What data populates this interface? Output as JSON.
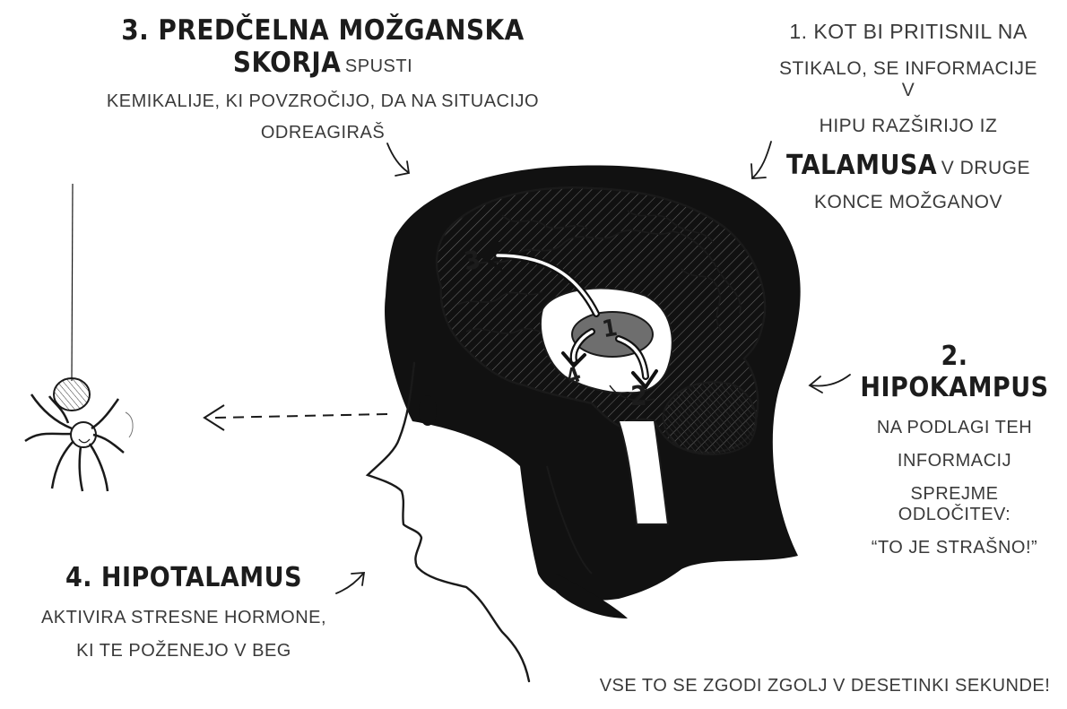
{
  "labels": {
    "step3": {
      "title": "3. Predčelna možganska skorja",
      "text_inline": "spusti",
      "text_lines": [
        "kemikalije, ki povzročijo, da na situacijo",
        "odreagiraš"
      ]
    },
    "step1": {
      "text_lines": [
        "1. Kot bi pritisnil na",
        "stikalo, se informacije v",
        "hipu razširijo iz"
      ],
      "highlight": "Talamusa",
      "text_after": "v druge",
      "text_last": "konce možganov"
    },
    "step2": {
      "title": "2. Hipokampus",
      "text_lines": [
        "na podlagi teh",
        "informacij",
        "sprejme odločitev:",
        "“to je strašno!”"
      ]
    },
    "step4": {
      "title": "4. Hipotalamus",
      "text_lines": [
        "aktivira stresne hormone,",
        "ki te poženejo v beg"
      ]
    },
    "footer": "Vse to se zgodi zgolj v desetinki sekunde!"
  },
  "brain_markers": [
    "1",
    "2",
    "3",
    "4"
  ],
  "colors": {
    "ink": "#1a1a1a",
    "paper": "#ffffff",
    "hatch": "#555555"
  }
}
